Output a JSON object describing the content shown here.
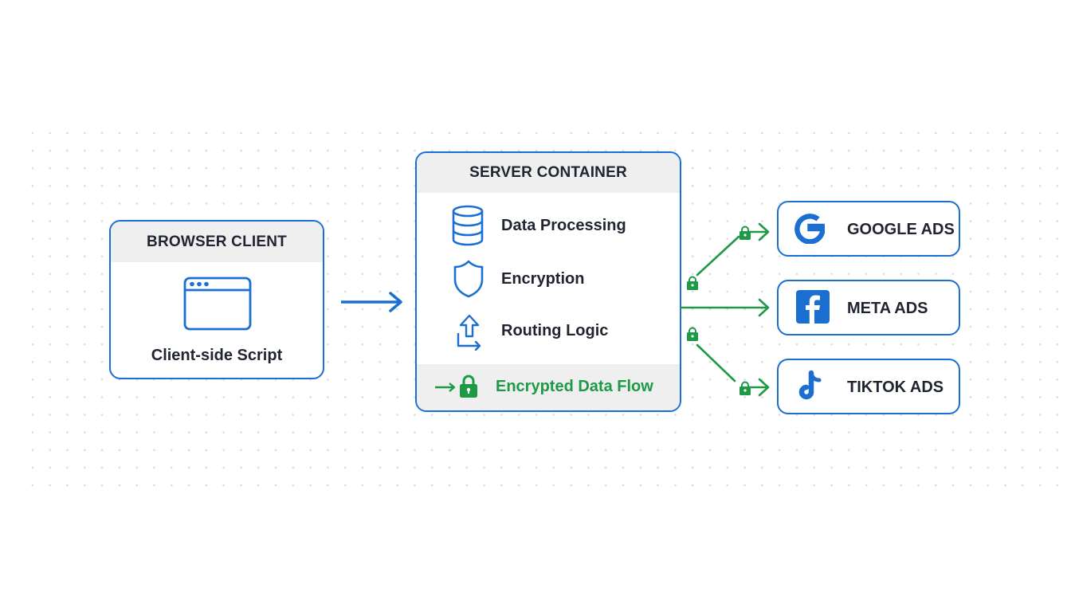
{
  "diagram": {
    "browser_client": {
      "title": "BROWSER CLIENT",
      "icon": "browser-window-icon",
      "label": "Client-side Script"
    },
    "server_container": {
      "title": "SERVER CONTAINER",
      "items": [
        {
          "icon": "database-icon",
          "label": "Data Processing"
        },
        {
          "icon": "shield-icon",
          "label": "Encryption"
        },
        {
          "icon": "routing-arrows-icon",
          "label": "Routing Logic"
        }
      ],
      "footer": {
        "icon": "lock-icon",
        "label": "Encrypted Data Flow"
      }
    },
    "destinations": [
      {
        "icon": "google-icon",
        "label": "GOOGLE ADS"
      },
      {
        "icon": "facebook-icon",
        "label": "META ADS"
      },
      {
        "icon": "tiktok-icon",
        "label": "TIKTOK ADS"
      }
    ],
    "colors": {
      "primary_blue": "#1a6fd1",
      "secure_green": "#1e9a46",
      "text_dark": "#1f2430",
      "header_gray": "#efefef"
    }
  }
}
